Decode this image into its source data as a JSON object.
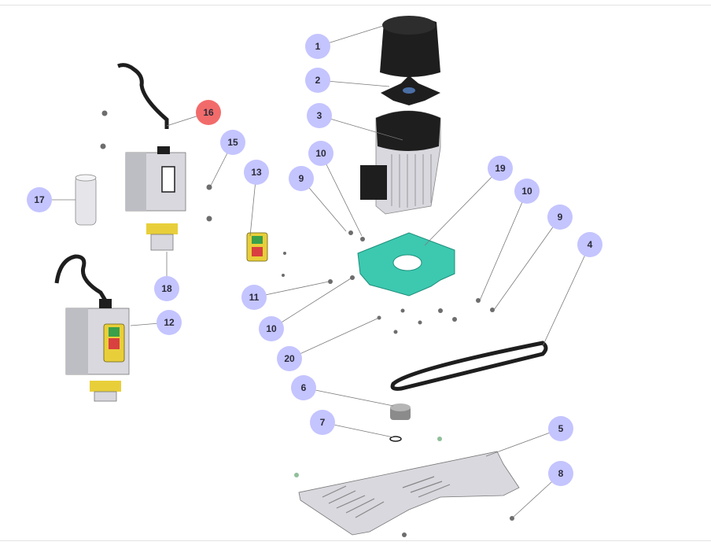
{
  "diagram": {
    "title": "Exploded parts diagram",
    "colors": {
      "callout_default": "#c4c4ff",
      "callout_selected": "#f26b6b",
      "callout_text": "#2b2b3a",
      "bracket_green": "#3cc9b0",
      "part_dark": "#1e1e1e",
      "part_grey": "#d8d8de",
      "switch_yellow": "#e8cf3a"
    },
    "callouts": [
      {
        "label": "1",
        "selected": false
      },
      {
        "label": "2",
        "selected": false
      },
      {
        "label": "3",
        "selected": false
      },
      {
        "label": "10",
        "selected": false
      },
      {
        "label": "9",
        "selected": false
      },
      {
        "label": "19",
        "selected": false
      },
      {
        "label": "10",
        "selected": false
      },
      {
        "label": "9",
        "selected": false
      },
      {
        "label": "4",
        "selected": false
      },
      {
        "label": "16",
        "selected": true
      },
      {
        "label": "15",
        "selected": false
      },
      {
        "label": "13",
        "selected": false
      },
      {
        "label": "17",
        "selected": false
      },
      {
        "label": "18",
        "selected": false
      },
      {
        "label": "12",
        "selected": false
      },
      {
        "label": "11",
        "selected": false
      },
      {
        "label": "10",
        "selected": false
      },
      {
        "label": "20",
        "selected": false
      },
      {
        "label": "6",
        "selected": false
      },
      {
        "label": "7",
        "selected": false
      },
      {
        "label": "5",
        "selected": false
      },
      {
        "label": "8",
        "selected": false
      }
    ]
  }
}
